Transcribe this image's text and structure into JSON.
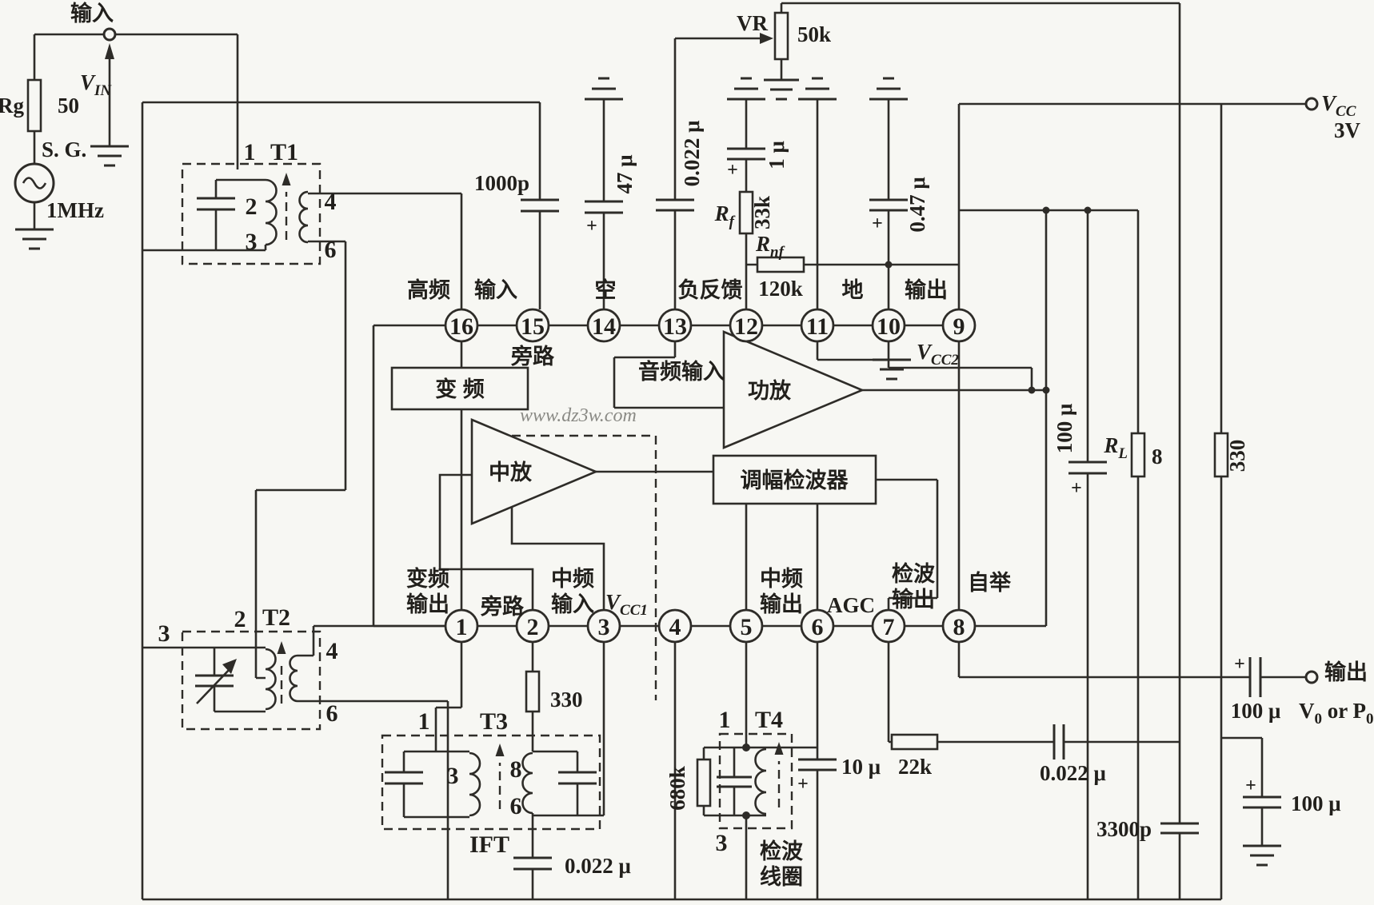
{
  "watermark": "www.dz3w.com",
  "source": {
    "title": "输入",
    "vin": "V",
    "vin_sub": "IN",
    "rg": "Rg",
    "rg_val": "50",
    "sg": "S. G.",
    "freq": "1MHz"
  },
  "vcc": {
    "v": "V",
    "sub": "CC",
    "val": "3V"
  },
  "out_term": {
    "label": "输出",
    "v": "V",
    "v_sub": "0",
    "mid": "or",
    "p": "P",
    "p_sub": "0"
  },
  "t1": {
    "name": "T1",
    "p1": "1",
    "p2": "2",
    "p3": "3",
    "p4": "4",
    "p6": "6"
  },
  "t2": {
    "name": "T2",
    "p2": "2",
    "p3": "3",
    "p4": "4",
    "p6": "6"
  },
  "t3": {
    "name": "T3",
    "p1": "1",
    "p3": "3",
    "p8": "8",
    "p6": "6",
    "caption": "IFT",
    "r": "330",
    "c": "0.022 μ"
  },
  "t4": {
    "name": "T4",
    "p1": "1",
    "p3": "3",
    "r": "680k",
    "cap1": "检波",
    "cap2": "线圈",
    "c10": "10 μ"
  },
  "ic": {
    "pins_top": [
      "16",
      "15",
      "14",
      "13",
      "12",
      "11",
      "10",
      "9"
    ],
    "pins_bottom": [
      "1",
      "2",
      "3",
      "4",
      "5",
      "6",
      "7",
      "8"
    ],
    "lbl": {
      "p16a": "高频",
      "p16b": "输入",
      "p15": "旁路",
      "p14": "空",
      "p13a": "负反馈",
      "p13b": "音频输入",
      "p11": "地",
      "p10": "输出",
      "p9v": "V",
      "p9sub": "CC2",
      "p1a": "变频",
      "p1b": "输出",
      "p2": "旁路",
      "p3a": "中频",
      "p3b": "输入",
      "p4v": "V",
      "p4sub": "CC1",
      "p5a": "中频",
      "p5b": "输出",
      "p6": "AGC",
      "p7a": "检波",
      "p7b": "输出",
      "p8": "自举"
    },
    "blocks": {
      "mixer": "变 频",
      "ifamp": "中放",
      "pamp": "功放",
      "det": "调幅检波器"
    }
  },
  "parts": {
    "c1000p": "1000p",
    "c47": "47 μ",
    "c022a": "0.022 μ",
    "vr": "VR",
    "vr_val": "50k",
    "c1u": "1 μ",
    "rf": "R",
    "rf_sub": "f",
    "rf_val": "33k",
    "rnf": "R",
    "rnf_sub": "nf",
    "rnf_val": "120k",
    "c047": "0.47 μ",
    "c100_dec": "100 μ",
    "rl": "R",
    "rl_sub": "L",
    "rl_val": "8",
    "r330_right": "330",
    "c3300": "3300p",
    "c100_gnd": "100 μ",
    "c100_out": "100 μ",
    "r22k": "22k",
    "c022_out": "0.022 μ",
    "plus": "+"
  }
}
